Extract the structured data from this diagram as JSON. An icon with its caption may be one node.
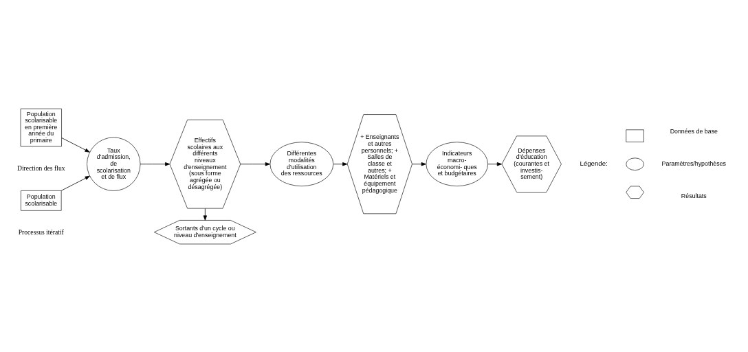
{
  "diagram": {
    "nodes": [
      {
        "text": [
          "Population scolarisable"
        ]
      },
      {
        "text": [
          "Population scolarisable en première année du primaire"
        ]
      },
      {
        "text": [
          "Taux d'admission, de scolarisation et de flux"
        ]
      },
      {
        "text": [
          "Sortants d'un cycle ou niveau d'enseignement"
        ]
      },
      {
        "text": [
          "Effectifs scolaires aux différents niveaux d'enseignement (sous forme agrégée ou désagrégée)"
        ]
      },
      {
        "text": [
          "Différentes modalités d'utilisation des ressources"
        ]
      },
      {
        "text": [
          "+ Enseignants et autres personnels; + Salles de classe et autres; + Matériels et équipement pédagogique"
        ]
      },
      {
        "text": [
          "Indicateurs macro- économi- ques et budgétaires"
        ]
      },
      {
        "text": [
          "Dépenses d'éducation (courantes et investis- sement)"
        ]
      },
      {
        "text": [],
        "shape": "box"
      },
      {
        "text": [],
        "shape": "ellipse"
      },
      {
        "text": [],
        "shape": "hexagon"
      }
    ],
    "edges": [
      {
        "from": 0,
        "to": 2,
        "arrow": "to"
      },
      {
        "from": 1,
        "to": 2,
        "arrow": "to"
      },
      {
        "from": 2,
        "to": 4,
        "arrow": "to"
      },
      {
        "from": 4,
        "to": 3,
        "arrow": "to"
      },
      {
        "from": 4,
        "to": 5,
        "arrow": "to"
      },
      {
        "from": 5,
        "to": 6,
        "arrow": "to"
      },
      {
        "from": 6,
        "to": 7,
        "arrow": "to"
      },
      {
        "from": 7,
        "to": 8,
        "arrow": "to"
      }
    ],
    "labels": [
      "Direction des flux",
      "Processus itératif",
      "Légende:"
    ],
    "legend": [
      {
        "text": "Données de base"
      },
      {
        "text": "Paramètres/hypothèses"
      },
      {
        "text": "Résultats"
      }
    ]
  }
}
